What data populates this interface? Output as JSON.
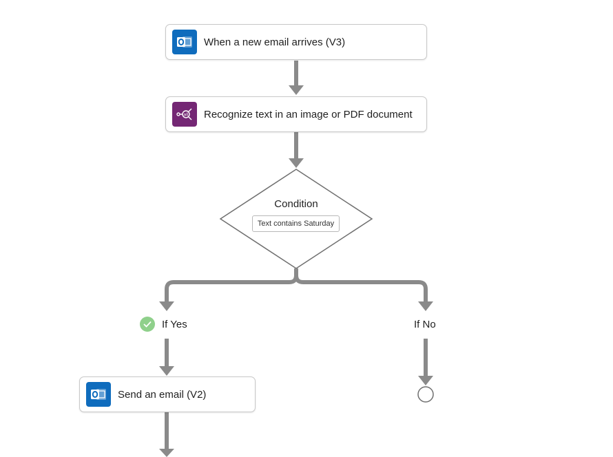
{
  "colors": {
    "outlook_blue": "#0f6cbd",
    "ai_purple": "#742774",
    "connector_gray": "#8a8a8a",
    "success_green": "#8fd08b"
  },
  "nodes": {
    "trigger": {
      "label": "When a new email arrives (V3)",
      "icon": "outlook-icon"
    },
    "ocr": {
      "label": "Recognize text in an image or PDF document",
      "icon": "ai-builder-icon"
    },
    "condition": {
      "title": "Condition",
      "expression": "Text contains Saturday"
    },
    "yes_branch": {
      "label": "If Yes",
      "icon": "check-circle-icon"
    },
    "no_branch": {
      "label": "If No",
      "end_icon": "end-circle-icon"
    },
    "send_email": {
      "label": "Send an email (V2)",
      "icon": "outlook-icon"
    }
  }
}
